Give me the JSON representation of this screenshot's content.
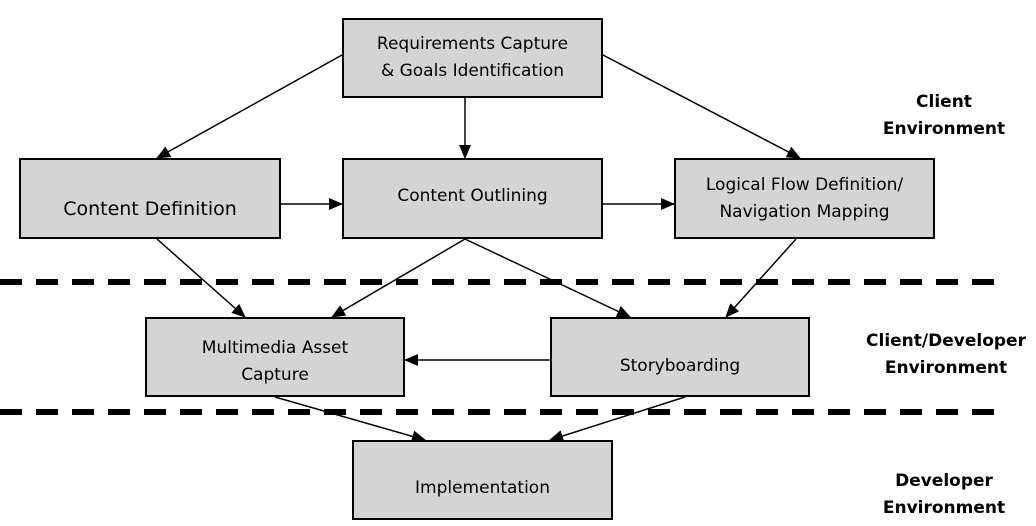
{
  "nodes": {
    "requirements": {
      "line1": "Requirements Capture",
      "line2": "& Goals Identification"
    },
    "content_definition": {
      "label": "Content Definition"
    },
    "content_outlining": {
      "label": "Content Outlining"
    },
    "logical_flow": {
      "line1": "Logical Flow Definition/",
      "line2": "Navigation Mapping"
    },
    "multimedia_asset": {
      "line1": "Multimedia Asset",
      "line2": "Capture"
    },
    "storyboarding": {
      "label": "Storyboarding"
    },
    "implementation": {
      "label": "Implementation"
    }
  },
  "zones": {
    "client": {
      "line1": "Client",
      "line2": "Environment"
    },
    "client_developer": {
      "line1": "Client/Developer",
      "line2": "Environment"
    },
    "developer": {
      "line1": "Developer",
      "line2": "Environment"
    }
  },
  "edges": [
    [
      "requirements",
      "content_definition"
    ],
    [
      "requirements",
      "content_outlining"
    ],
    [
      "requirements",
      "logical_flow"
    ],
    [
      "content_definition",
      "content_outlining"
    ],
    [
      "content_outlining",
      "logical_flow"
    ],
    [
      "content_definition",
      "multimedia_asset"
    ],
    [
      "content_outlining",
      "multimedia_asset"
    ],
    [
      "content_outlining",
      "storyboarding"
    ],
    [
      "logical_flow",
      "storyboarding"
    ],
    [
      "storyboarding",
      "multimedia_asset"
    ],
    [
      "multimedia_asset",
      "implementation"
    ],
    [
      "storyboarding",
      "implementation"
    ]
  ]
}
